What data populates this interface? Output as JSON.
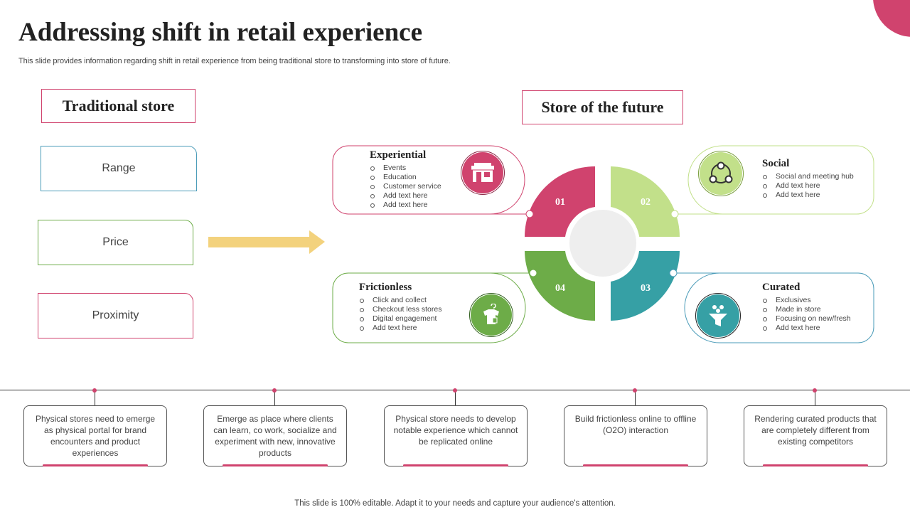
{
  "header": {
    "title": "Addressing shift in retail experience",
    "subtitle": "This slide provides information regarding shift in retail experience from being traditional store to transforming into store of future."
  },
  "colors": {
    "pink": "#d0436e",
    "light_green": "#c2e08a",
    "teal": "#36a0a5",
    "green": "#6dac48",
    "blue_border": "#4a9bb8",
    "yellow_arrow": "#f3d27d"
  },
  "traditional": {
    "heading": "Traditional store",
    "items": [
      "Range",
      "Price",
      "Proximity"
    ]
  },
  "future": {
    "heading": "Store of the future",
    "segments": [
      {
        "number": "01",
        "title": "Experiential",
        "icon": "storefront-icon",
        "items": [
          "Events",
          "Education",
          "Customer service",
          "Add text here",
          "Add text here"
        ]
      },
      {
        "number": "02",
        "title": "Social",
        "icon": "network-people-icon",
        "items": [
          "Social and meeting hub",
          "Add text here",
          "Add text here"
        ]
      },
      {
        "number": "03",
        "title": "Curated",
        "icon": "funnel-icon",
        "items": [
          "Exclusives",
          "Made in store",
          "Focusing on new/fresh",
          "Add text here"
        ]
      },
      {
        "number": "04",
        "title": "Frictionless",
        "icon": "shirt-tag-icon",
        "items": [
          "Click and collect",
          "Checkout less stores",
          "Digital engagement",
          "Add text here"
        ]
      }
    ]
  },
  "timeline": [
    "Physical stores need to emerge as physical portal for brand encounters and product experiences",
    "Emerge as place where clients can learn, co work, socialize and experiment with new, innovative products",
    "Physical store needs to develop notable experience which cannot be replicated online",
    "Build frictionless online to offline (O2O) interaction",
    "Rendering curated products that are completely different from existing competitors"
  ],
  "footer": "This slide is 100% editable. Adapt it to your needs and capture your audience's attention."
}
